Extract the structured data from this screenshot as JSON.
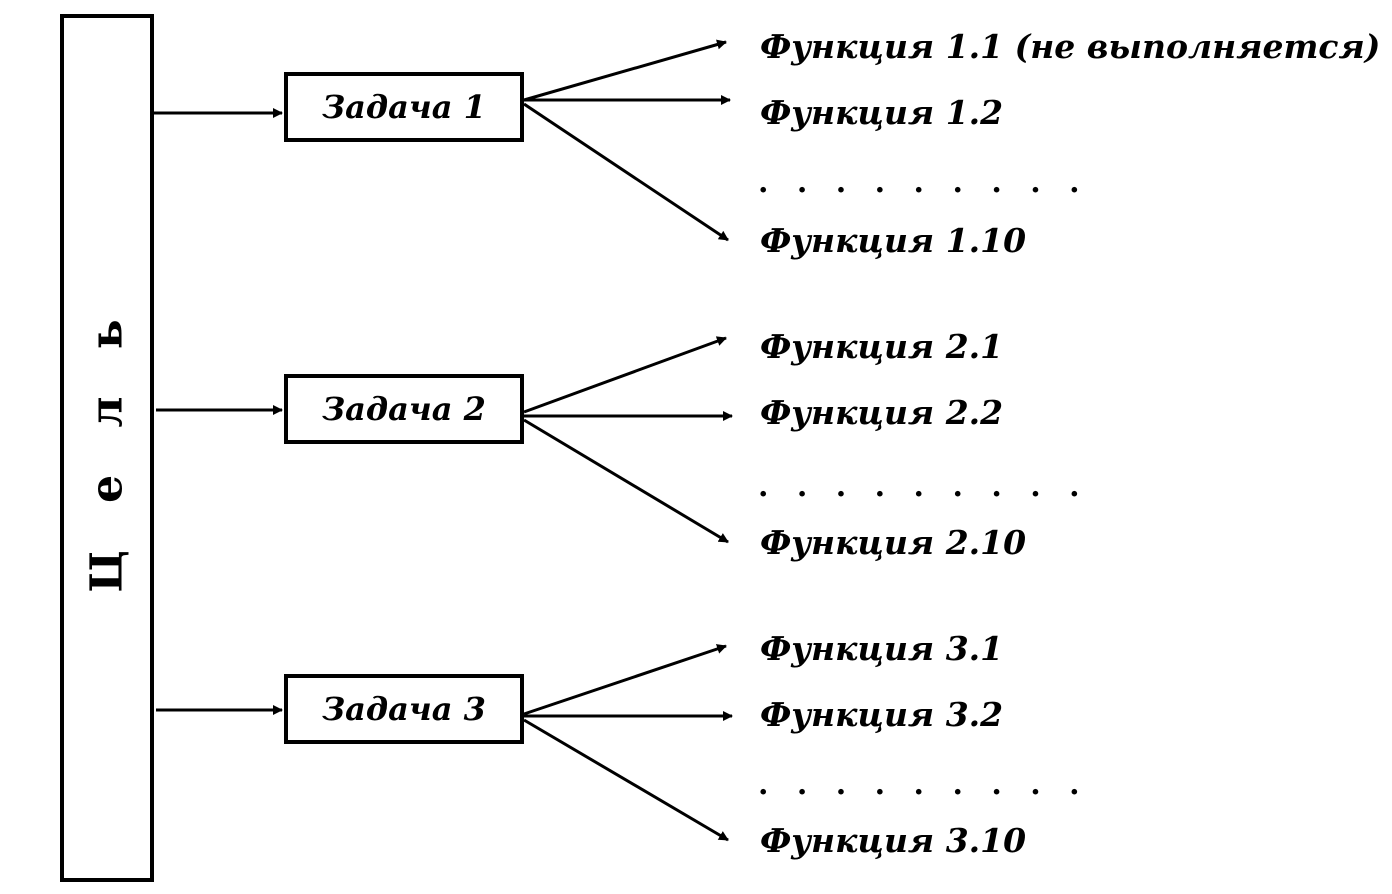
{
  "goal": {
    "label": "Ц е л ь"
  },
  "tasks": [
    {
      "label": "Задача 1",
      "functions": [
        "Функция 1.1 (не выполняется)",
        "Функция 1.2",
        "Функция 1.10"
      ],
      "ellipsis": ". . . . . . . . ."
    },
    {
      "label": "Задача 2",
      "functions": [
        "Функция 2.1",
        "Функция 2.2",
        "Функция 2.10"
      ],
      "ellipsis": ". . . . . . . . ."
    },
    {
      "label": "Задача 3",
      "functions": [
        "Функция 3.1",
        "Функция 3.2",
        "Функция 3.10"
      ],
      "ellipsis": ". . . . . . . . ."
    }
  ]
}
